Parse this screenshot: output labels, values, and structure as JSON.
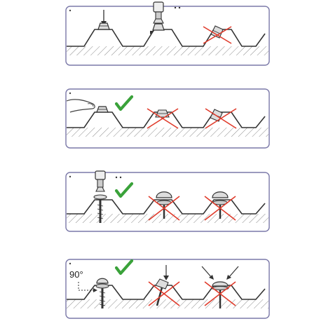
{
  "panels": [
    {
      "id": 1,
      "icons": [
        "arrow-down",
        "screw-cap",
        "drill-screw",
        "crossed-screw"
      ]
    },
    {
      "id": 2,
      "icons": [
        "finger",
        "screw-cap",
        "check",
        "crossed-screw",
        "crossed-screw"
      ]
    },
    {
      "id": 3,
      "icons": [
        "drill-screw",
        "check",
        "crossed-washer-screw",
        "crossed-washer-screw"
      ]
    },
    {
      "id": 4,
      "icons": [
        "screw",
        "check",
        "crossed-angled-screw",
        "crossed-compressed-screw"
      ]
    }
  ],
  "angle_label": "90°",
  "colors": {
    "frame": "#7a78a8",
    "line": "#333333",
    "check": "#3aa23a",
    "cross": "#e03a2a",
    "hatch": "#888888"
  }
}
